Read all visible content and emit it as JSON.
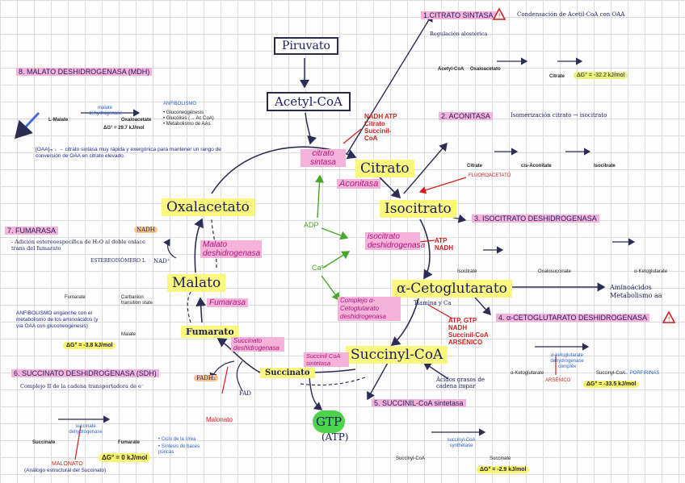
{
  "center": {
    "piruvato": "Piruvato",
    "acetyl_coa": "Acetyl-CoA",
    "oxalacetato": "Oxalacetato",
    "citrato": "Citrato",
    "isocitrato": "Isocitrato",
    "alfa_ceto": "α-Cetoglutarato",
    "succinil": "Succinyl-CoA",
    "succinato": "Succinato",
    "fumarato": "Fumarato",
    "malato": "Malato",
    "gtp": "GTP",
    "atp_paren": "(ATP)"
  },
  "enzymes": {
    "citrato_sintasa": "citrato sintasa",
    "aconitasa": "Aconitasa",
    "isocitrato_dh": "isocitrato deshidrogenasa",
    "complejo_akg": "Complejo α-Cetoglutarato deshidrogenasa",
    "succinil_coa_sintetasa": "Succinil CoA sintetasa",
    "succinato_dh": "Succinato deshidrogenasa",
    "fumarasa": "Fumarasa",
    "malato_dh": "Malato deshidrogenasa"
  },
  "cofactors": {
    "nadh": "NADH",
    "fad": "FAD",
    "fadh2": "FADH₂",
    "fad_plain": "FAD",
    "nad_plus": "NAD⁺",
    "adp": "ADP",
    "ca": "Ca²⁺",
    "malonato": "Malonato",
    "atp_nadh": "ATP NADH",
    "atp_nadh_acil": "ATP, GTP NADH Succinil-CoA ARSÉNICO",
    "cs_inhib": "NADH ATP Citrato Succinil-CoA",
    "tiamina": "Tiamina y Ca",
    "acidos": "Ácidos grasos de cadena impar"
  },
  "sections": {
    "s1_title": "1.CITRATO SINTASA",
    "s1_note": "Condensación de Acetil-CoA con OAA",
    "s1_reg": "Regulación alostérica",
    "s1_acetyl": "Acetyl-CoA",
    "s1_oaa": "Oxaloacetato",
    "s1_citrate": "Citrate",
    "s1_dg": "ΔG° = -32.2 kJ/mol",
    "s2_title": "2. ACONITASA",
    "s2_note": "Isomerización citrato → isocitrato",
    "s2_citrate": "Citrate",
    "s2_cis": "cis-Aconitate",
    "s2_iso": "Isocitrate",
    "s2_fluoro": "FLUOROACETATO",
    "s3_title": "3. ISOCITRATO DESHIDROGENASA",
    "s3_iso": "Isocitrate",
    "s3_oxalo": "Oxalosuccinate",
    "s3_akg": "α-Ketoglutarate",
    "s4_title": "4. α-CETOGLUTARATO DESHIDROGENASA",
    "s4_akg": "α-Ketoglutarate",
    "s4_enz": "α-ketoglutarate dehydrogenase complex",
    "s4_scoa": "Succinyl-CoA",
    "s4_arsenico": "ARSÉNICO",
    "s4_porf": "→ PORFIRINAS",
    "s4_dg": "ΔG° = -33.5 kJ/mol",
    "s5_title": "5. SUCCINIL-CoA sintetasa",
    "s5_scoa": "Succinyl-CoA",
    "s5_enz": "succinyl-CoA synthetase",
    "s5_succ": "Succinate",
    "s5_dg": "ΔG° = -2.9 kJ/mol",
    "s6_title": "6. SUCCINATO DESHIDROGENASA (SDH)",
    "s6_note": "Complejo II de la cadena transportadora de e⁻",
    "s6_succ": "Succinate",
    "s6_enz": "succinate dehydrogenase",
    "s6_fum": "Fumarate",
    "s6_l1": "• Ciclo de la Urea",
    "s6_l2": "• Síntesis de bases púricas",
    "s6_dg": "ΔG° = 0 kJ/mol",
    "s6_malonato": "MALONATO",
    "s6_analogo": "(Análogo estructural del Succinato)",
    "s7_title": "7. FUMARASA",
    "s7_note": "- Adición estereoespecífica de H₂O al doble enlace trans del fumarato",
    "s7_iso": "ESTEREOISÓMERO L",
    "s7_fum": "Fumarate",
    "s7_carb": "Carbanion transition state",
    "s7_mal": "Malate",
    "s7_anf": "ANFIBOLISMO enganche con el metabolismo de los aminoácidos (y vía OAA con gluconeogénesis)",
    "s7_dg": "ΔG° = -3.8 kJ/mol",
    "s8_title": "8. MALATO DESHIDROGENASA (MDH)",
    "s8_malate": "L-Malate",
    "s8_enz": "malate dehydrogenase",
    "s8_oxa": "Oxaloacetate",
    "s8_anf": "ANFIBOLISMO",
    "s8_l1": "• Gluconeogénesis",
    "s8_l2": "• Glucólisis (→ Ac CoA)",
    "s8_l3": "• Metabolismo de AAs",
    "s8_dg": "ΔG° = 29.7 kJ/mol",
    "s8_note": "[OAA]ₘ ↓ → citrato sintasa muy rápida y exergónica para mantener un rango de conversión de OAA en citrato elevado.",
    "aa_metab": "Aminoácidos Metabolismo aa"
  }
}
